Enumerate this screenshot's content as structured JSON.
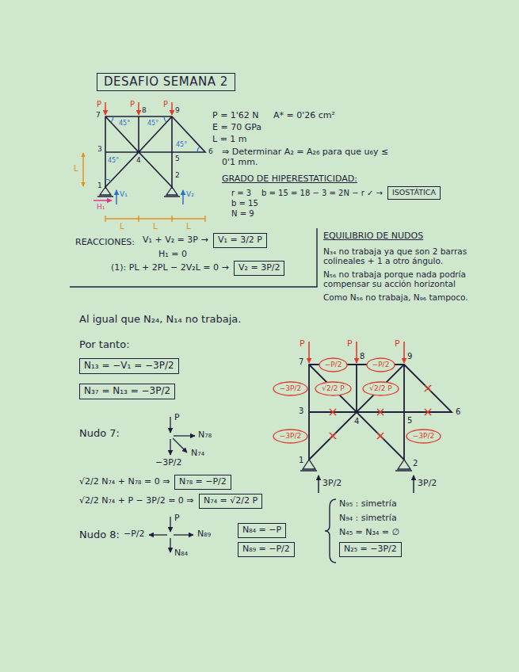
{
  "diagram": {
    "title": "DESAFIO SEMANA 2",
    "nodes": [
      {
        "text": [
          "ISOSTÁTICA"
        ]
      },
      {
        "text": [
          "V₁ = 3/2 P"
        ]
      },
      {
        "text": [
          "V₂ = 3P/2"
        ]
      },
      {
        "text": [
          "N₁₃ = −V₁ = −3P/2"
        ]
      },
      {
        "text": [
          "N₃₇ = N₁₃ = −3P/2"
        ]
      },
      {
        "text": [
          "N₇₈ = −P/2"
        ]
      },
      {
        "text": [
          "N₇₄ = √2/2 P"
        ]
      },
      {
        "text": [
          "N₈₄ = −P"
        ]
      },
      {
        "text": [
          "N₈₉ = −P/2"
        ]
      },
      {
        "text": [
          "−P/2"
        ]
      },
      {
        "text": [
          "−P/2"
        ]
      },
      {
        "text": [
          "−3P/2"
        ]
      },
      {
        "text": [
          "√2/2 P"
        ]
      },
      {
        "text": [
          "√2/2 P"
        ]
      },
      {
        "text": [
          "−3P/2"
        ]
      },
      {
        "text": [
          "−3P/2"
        ]
      },
      {
        "text": [
          "N₂₅ = −3P/2"
        ]
      }
    ],
    "labels": [
      "7",
      "8",
      "9",
      "3",
      "4",
      "5",
      "6",
      "1",
      "2",
      "P",
      "P",
      "P",
      "45°",
      "45°",
      "45°",
      "45°",
      "V₁",
      "H₁",
      "V₂",
      "L",
      "L",
      "L",
      "L",
      "P = 1'62 N",
      "A* = 0'26 cm²",
      "E = 70 GPa",
      "L = 1 m",
      "⇒ Determinar A₂ = A₂₆ para que u₆y ≤ 0'1 mm.",
      "GRADO DE HIPERESTATICIDAD:",
      "r = 3",
      "b = 15",
      "N = 9",
      "b = 15 = 18 − 3 = 2N − r ✓ →",
      "REACCIONES:",
      "V₁ + V₂ = 3P →",
      "H₁ = 0",
      "(1): PL + 2PL − 2V₂L = 0 →",
      "EQUILIBRIO DE NUDOS",
      "N₃₄ no trabaja ya que son 2 barras colineales + 1 a otro ángulo.",
      "N₅₆ no trabaja porque nada podría compensar su acción horizontal",
      "Como N₅₆ no trabaja, N₉₆ tampoco.",
      "Al igual que N₂₄, N₁₄ no trabaja.",
      "Por tanto:",
      "Nudo 7:",
      "P",
      "N₇₈",
      "N₇₄",
      "−3P/2",
      "√2/2 N₇₄ + N₇₈ = 0 ⇒",
      "√2/2 N₇₄ + P − 3P/2 = 0 ⇒",
      "Nudo 8:",
      "−P/2",
      "P",
      "N₈₉",
      "N₈₄",
      "7",
      "8",
      "9",
      "3",
      "4",
      "5",
      "6",
      "1",
      "2",
      "P",
      "P",
      "P",
      "3P/2",
      "3P/2",
      "N₉₅ : simetría",
      "N₉₄ : simetría",
      "N₄₅ = N₃₄ = ∅"
    ]
  }
}
